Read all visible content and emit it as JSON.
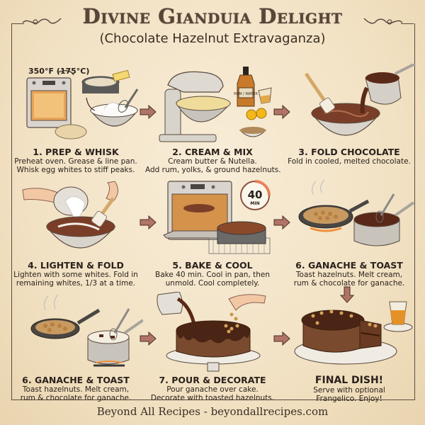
{
  "header": {
    "title": "Divine Gianduia Delight",
    "subtitle": "(Chocolate Hazelnut Extravaganza)"
  },
  "steps": [
    {
      "title": "1. PREP & WHISK",
      "desc_line1": "Preheat oven. Grease & line pan.",
      "desc_line2": "Whisk egg whites to stiff peaks.",
      "annotation": "350°F (175°C)",
      "icons": [
        "oven-icon",
        "springform-pan-icon",
        "butter-icon",
        "parchment-icon",
        "whisk-bowl-icon"
      ]
    },
    {
      "title": "2. CREAM & MIX",
      "desc_line1": "Cream butter & Nutella.",
      "desc_line2": "Add rum, yolks, & ground hazelnuts.",
      "bottle_label": "RUM / WATER",
      "icons": [
        "stand-mixer-icon",
        "rum-bottle-icon",
        "shot-glass-icon",
        "egg-yolks-icon",
        "ground-hazelnuts-icon"
      ]
    },
    {
      "title": "3. FOLD CHOCOLATE",
      "desc_line1": "Fold in cooled, melted chocolate.",
      "desc_line2": "",
      "icons": [
        "mixing-bowl-icon",
        "spatula-icon",
        "chocolate-pot-icon"
      ]
    },
    {
      "title": "4. LIGHTEN & FOLD",
      "desc_line1": "Lighten with some whites. Fold in",
      "desc_line2": "remaining whites, 1/3 at a time.",
      "icons": [
        "hands-icon",
        "egg-white-bowl-icon",
        "mixing-bowl-icon",
        "spatula-icon"
      ]
    },
    {
      "title": "5. BAKE & COOL",
      "desc_line1": "Bake 40 min. Cool in pan, then",
      "desc_line2": "unmold. Cool completely.",
      "timer_value": "40",
      "timer_unit": "MIN",
      "icons": [
        "oven-icon",
        "timer-icon",
        "cake-pan-icon",
        "cooling-rack-icon"
      ]
    },
    {
      "title": "6. GANACHE & TOAST",
      "desc_line1": "Toast hazelnuts. Melt cream,",
      "desc_line2": "rum & chocolate for ganache.",
      "icons": [
        "skillet-hazelnuts-icon",
        "saucepan-ganache-icon",
        "whisk-icon"
      ]
    },
    {
      "title": "6. GANACHE & TOAST",
      "desc_line1": "Toast hazelnuts. Melt cream,",
      "desc_line2": "rum & chocolate for ganache.",
      "icons": [
        "skillet-hazelnuts-icon",
        "saucepan-cream-icon",
        "whisk-icon",
        "burner-icon"
      ]
    },
    {
      "title": "7. POUR & DECORATE",
      "desc_line1": "Pour ganache over cake.",
      "desc_line2": "Decorate with toasted hazelnuts.",
      "icons": [
        "pouring-pot-icon",
        "hand-sprinkle-icon",
        "glazed-cake-icon",
        "cake-stand-icon"
      ]
    },
    {
      "title": "FINAL DISH!",
      "desc_line1": "Serve with optional",
      "desc_line2": "Frangelico. Enjoy!",
      "icons": [
        "sliced-cake-icon",
        "frangelico-glass-icon",
        "plate-icon"
      ]
    }
  ],
  "footer": {
    "text": "Beyond All Recipes - beyondallrecipes.com"
  },
  "colors": {
    "background": "#f4e6ca",
    "ink": "#2a211c",
    "title": "#5a4538",
    "arrow": "#b07466",
    "chocolate": "#5a2e1e",
    "hazelnut": "#c8964a",
    "steel": "#c9c6c0"
  }
}
